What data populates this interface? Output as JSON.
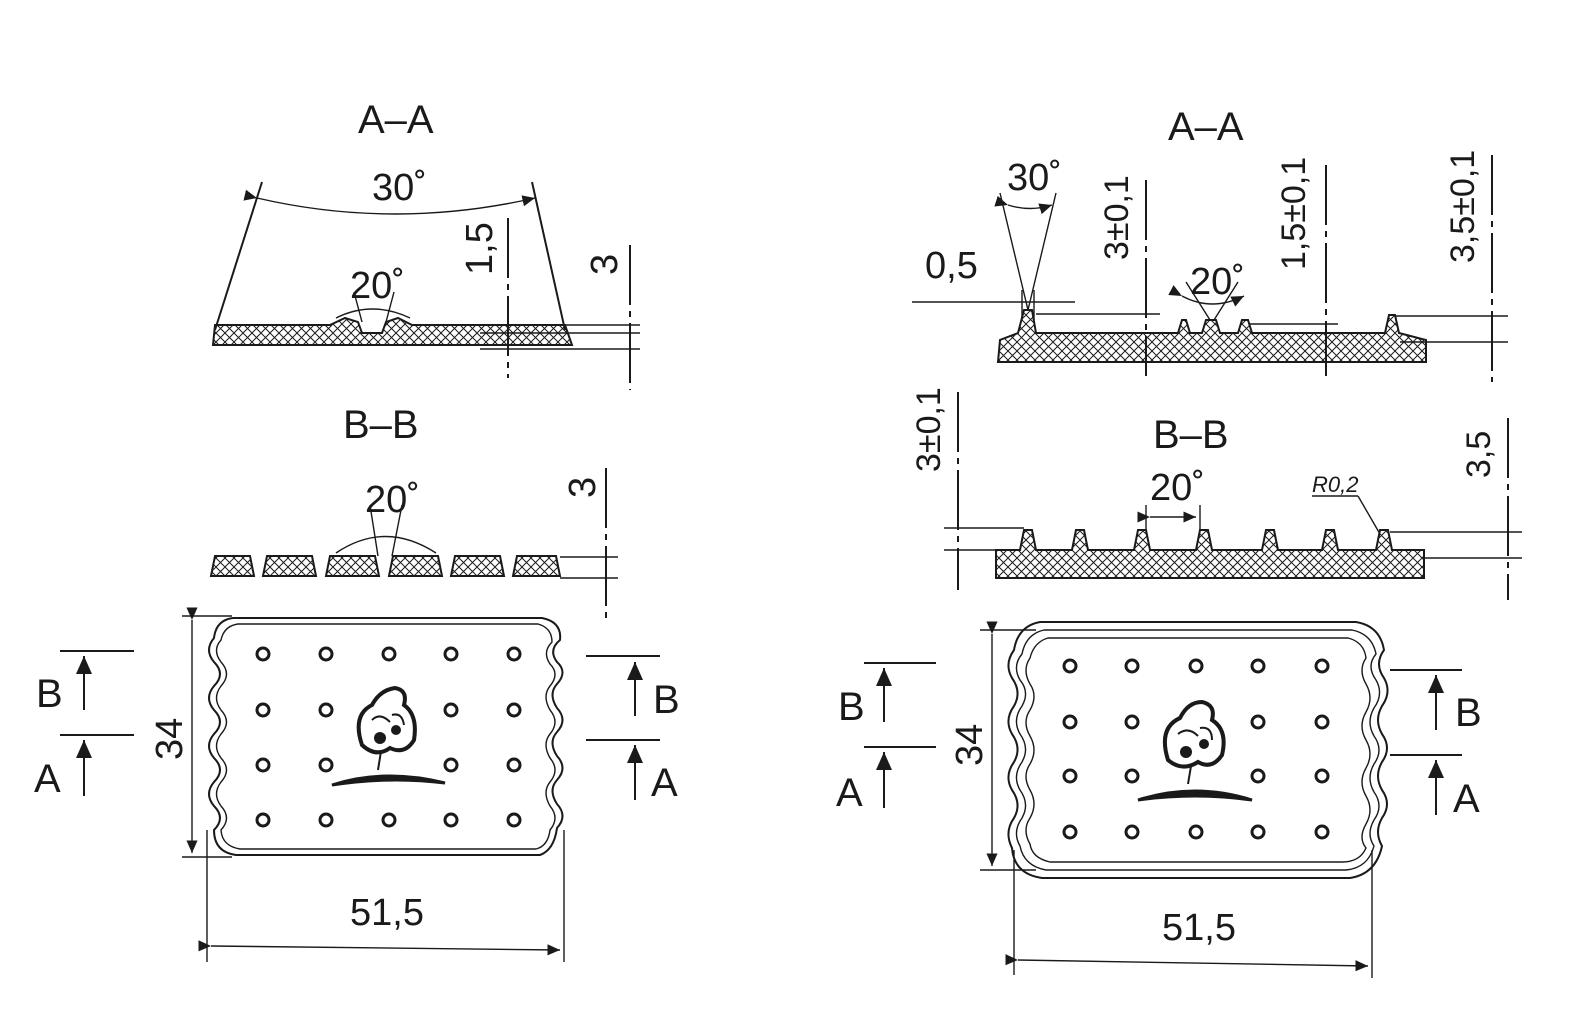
{
  "left": {
    "section_aa": {
      "title": "A–A",
      "angle_top": "30˚",
      "angle_inner": "20˚",
      "dim_15": "1,5",
      "dim_3": "3"
    },
    "section_bb": {
      "title": "B–B",
      "angle": "20˚",
      "dim_3": "3"
    },
    "plan": {
      "cut_b_left": "B",
      "cut_a_left": "A",
      "cut_b_right": "B",
      "cut_a_right": "A",
      "height": "34",
      "width": "51,5"
    }
  },
  "right": {
    "section_aa": {
      "title": "A–A",
      "angle_top": "30˚",
      "angle_inner": "20˚",
      "dim_05": "0,5",
      "dim_3": "3±0,1",
      "dim_15": "1,5±0,1",
      "dim_35": "3,5±0,1"
    },
    "section_bb": {
      "title": "B–B",
      "angle": "20˚",
      "radius": "R0,2",
      "dim_3": "3±0,1",
      "dim_35": "3,5"
    },
    "plan": {
      "cut_b_left": "B",
      "cut_a_left": "A",
      "cut_b_right": "B",
      "cut_a_right": "A",
      "height": "34",
      "width": "51,5"
    }
  }
}
